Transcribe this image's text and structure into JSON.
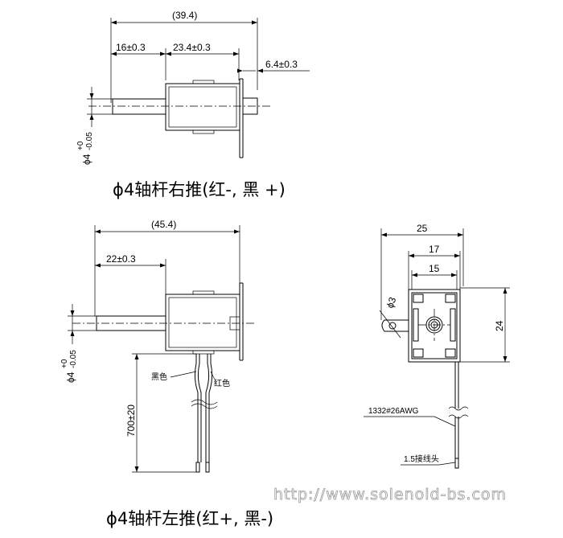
{
  "top_view": {
    "dim_overall": "(39.4)",
    "dim_left": "16±0.3",
    "dim_body": "23.4±0.3",
    "dim_right": "6.4±0.3",
    "dim_shaft": "ϕ4",
    "dim_shaft_tol_upper": "+0",
    "dim_shaft_tol_lower": "-0.05",
    "caption": "ϕ4轴杆右推(红-, 黑 +)"
  },
  "bottom_view": {
    "dim_overall": "(45.4)",
    "dim_left": "22±0.3",
    "dim_shaft": "ϕ4",
    "dim_shaft_tol_upper": "+0",
    "dim_shaft_tol_lower": "-0.05",
    "label_black": "黑色",
    "label_red": "红色",
    "dim_wire": "700±20",
    "caption": "ϕ4轴杆左推(红+, 黑-)"
  },
  "end_view": {
    "dim_width_outer": "25",
    "dim_width_mid": "17",
    "dim_width_inner": "15",
    "dim_height": "24",
    "dim_hole": "ϕ3",
    "label_wire": "1332#26AWG",
    "label_terminal": "1.5接线头"
  },
  "watermark": "http://www.solenoid-bs.com"
}
